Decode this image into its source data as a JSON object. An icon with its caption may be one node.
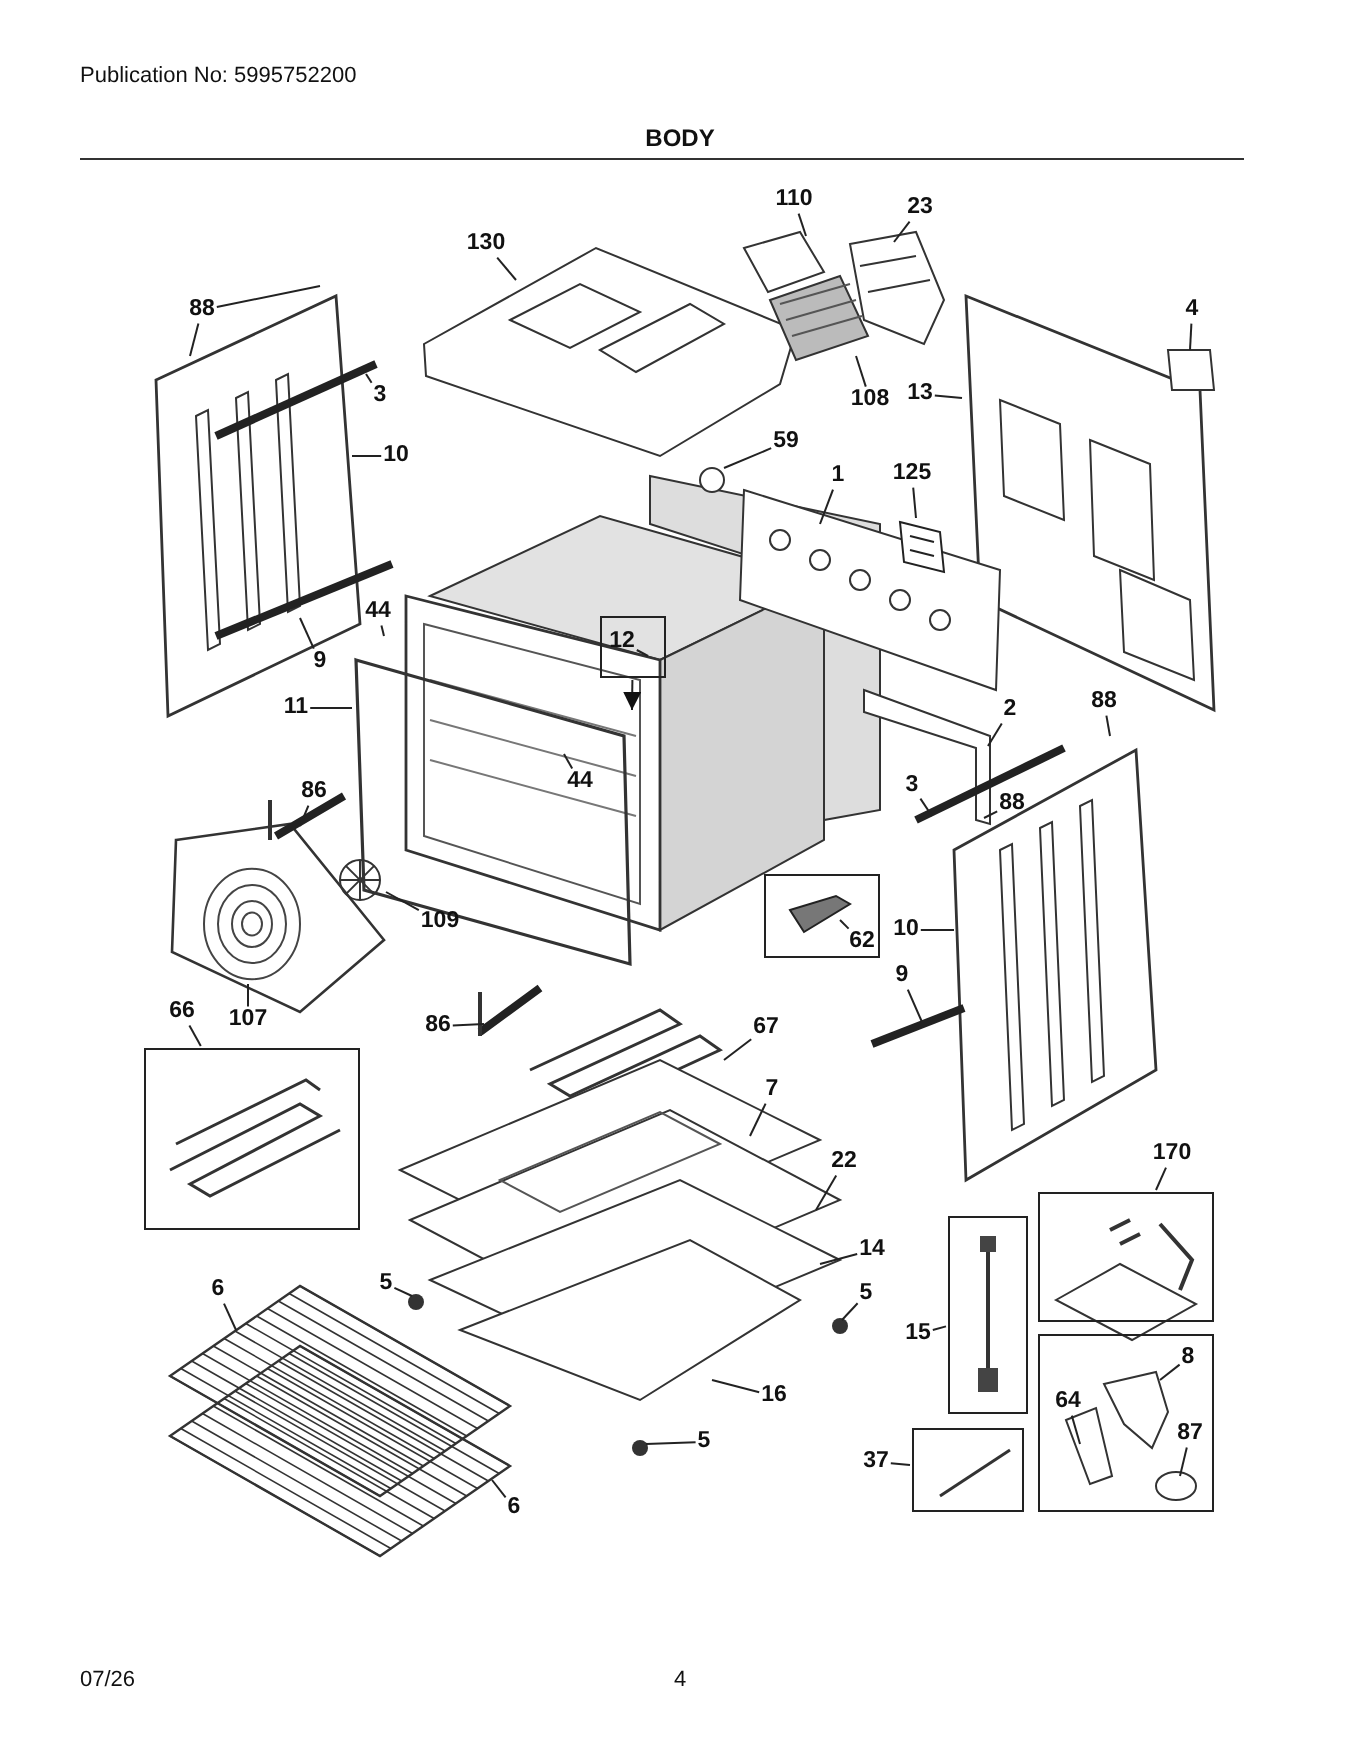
{
  "diagram": {
    "title": "BODY",
    "nodes": [
      {
        "text": [],
        "shape": "box"
      },
      {
        "text": [
          "12"
        ],
        "in": 0
      },
      {
        "text": [],
        "shape": "box"
      },
      {
        "text": [
          "62"
        ],
        "in": 2
      },
      {
        "text": [],
        "shape": "box"
      },
      {
        "text": [
          "66"
        ]
      },
      {
        "text": [],
        "shape": "box"
      },
      {
        "text": [
          "15"
        ]
      },
      {
        "text": [],
        "shape": "box"
      },
      {
        "text": [
          "170"
        ]
      },
      {
        "text": [],
        "shape": "box"
      },
      {
        "text": [
          "37"
        ]
      },
      {
        "text": [],
        "shape": "box"
      },
      {
        "text": [
          "8"
        ],
        "in": 12
      },
      {
        "text": [
          "64"
        ],
        "in": 12
      },
      {
        "text": [
          "87"
        ],
        "in": 12
      },
      {
        "text": [
          "88"
        ]
      },
      {
        "text": [
          "130"
        ]
      },
      {
        "text": [
          "110"
        ]
      },
      {
        "text": [
          "23"
        ]
      },
      {
        "text": [
          "4"
        ]
      },
      {
        "text": [
          "13"
        ]
      },
      {
        "text": [
          "3"
        ]
      },
      {
        "text": [
          "10"
        ]
      },
      {
        "text": [
          "108"
        ]
      },
      {
        "text": [
          "59"
        ]
      },
      {
        "text": [
          "1"
        ]
      },
      {
        "text": [
          "125"
        ]
      },
      {
        "text": [
          "44"
        ]
      },
      {
        "text": [
          "9"
        ]
      },
      {
        "text": [
          "11"
        ]
      },
      {
        "text": [
          "2"
        ]
      },
      {
        "text": [
          "88"
        ]
      },
      {
        "text": [
          "3"
        ]
      },
      {
        "text": [
          "88"
        ]
      },
      {
        "text": [
          "86"
        ]
      },
      {
        "text": [
          "44"
        ]
      },
      {
        "text": [
          "109"
        ]
      },
      {
        "text": [
          "10"
        ]
      },
      {
        "text": [
          "107"
        ]
      },
      {
        "text": [
          "9"
        ]
      },
      {
        "text": [
          "86"
        ]
      },
      {
        "text": [
          "67"
        ]
      },
      {
        "text": [
          "7"
        ]
      },
      {
        "text": [
          "22"
        ]
      },
      {
        "text": [
          "5"
        ]
      },
      {
        "text": [
          "14"
        ]
      },
      {
        "text": [
          "5"
        ]
      },
      {
        "text": [
          "6"
        ]
      },
      {
        "text": [
          "16"
        ]
      },
      {
        "text": [
          "5"
        ]
      },
      {
        "text": [
          "6"
        ]
      }
    ],
    "edges": [
      {
        "from": 0,
        "to": null,
        "arrow": "to"
      },
      {
        "from": 1,
        "to": null,
        "arrow": "none"
      },
      {
        "from": 3,
        "to": null,
        "arrow": "none"
      },
      {
        "from": 5,
        "to": 4,
        "arrow": "none"
      },
      {
        "from": 7,
        "to": 6,
        "arrow": "none"
      },
      {
        "from": 9,
        "to": 8,
        "arrow": "none"
      },
      {
        "from": 11,
        "to": 10,
        "arrow": "none"
      },
      {
        "from": 13,
        "to": null,
        "arrow": "none"
      },
      {
        "from": 14,
        "to": null,
        "arrow": "none"
      },
      {
        "from": 15,
        "to": null,
        "arrow": "none"
      },
      {
        "from": 16,
        "to": null,
        "arrow": "none"
      },
      {
        "from": 16,
        "to": null,
        "arrow": "none"
      },
      {
        "from": 17,
        "to": null,
        "arrow": "none"
      },
      {
        "from": 18,
        "to": null,
        "arrow": "none"
      },
      {
        "from": 19,
        "to": null,
        "arrow": "none"
      },
      {
        "from": 20,
        "to": null,
        "arrow": "none"
      },
      {
        "from": 21,
        "to": null,
        "arrow": "none"
      },
      {
        "from": 22,
        "to": null,
        "arrow": "none"
      },
      {
        "from": 23,
        "to": null,
        "arrow": "none"
      },
      {
        "from": 24,
        "to": null,
        "arrow": "none"
      },
      {
        "from": 25,
        "to": null,
        "arrow": "none"
      },
      {
        "from": 26,
        "to": null,
        "arrow": "none"
      },
      {
        "from": 27,
        "to": null,
        "arrow": "none"
      },
      {
        "from": 28,
        "to": null,
        "arrow": "none"
      },
      {
        "from": 29,
        "to": null,
        "arrow": "none"
      },
      {
        "from": 30,
        "to": null,
        "arrow": "none"
      },
      {
        "from": 31,
        "to": null,
        "arrow": "none"
      },
      {
        "from": 32,
        "to": null,
        "arrow": "none"
      },
      {
        "from": 33,
        "to": null,
        "arrow": "none"
      },
      {
        "from": 34,
        "to": null,
        "arrow": "none"
      },
      {
        "from": 35,
        "to": null,
        "arrow": "none"
      },
      {
        "from": 36,
        "to": null,
        "arrow": "none"
      },
      {
        "from": 37,
        "to": null,
        "arrow": "none"
      },
      {
        "from": 38,
        "to": null,
        "arrow": "none"
      },
      {
        "from": 39,
        "to": null,
        "arrow": "none"
      },
      {
        "from": 40,
        "to": null,
        "arrow": "none"
      },
      {
        "from": 41,
        "to": null,
        "arrow": "none"
      },
      {
        "from": 42,
        "to": null,
        "arrow": "none"
      },
      {
        "from": 43,
        "to": null,
        "arrow": "none"
      },
      {
        "from": 44,
        "to": null,
        "arrow": "none"
      },
      {
        "from": 45,
        "to": null,
        "arrow": "none"
      },
      {
        "from": 46,
        "to": null,
        "arrow": "none"
      },
      {
        "from": 47,
        "to": null,
        "arrow": "none"
      },
      {
        "from": 48,
        "to": null,
        "arrow": "none"
      },
      {
        "from": 49,
        "to": null,
        "arrow": "none"
      },
      {
        "from": 50,
        "to": null,
        "arrow": "none"
      },
      {
        "from": 51,
        "to": null,
        "arrow": "none"
      }
    ],
    "labels": [
      "Publication No: 5995752200",
      "07/26",
      "4"
    ]
  }
}
